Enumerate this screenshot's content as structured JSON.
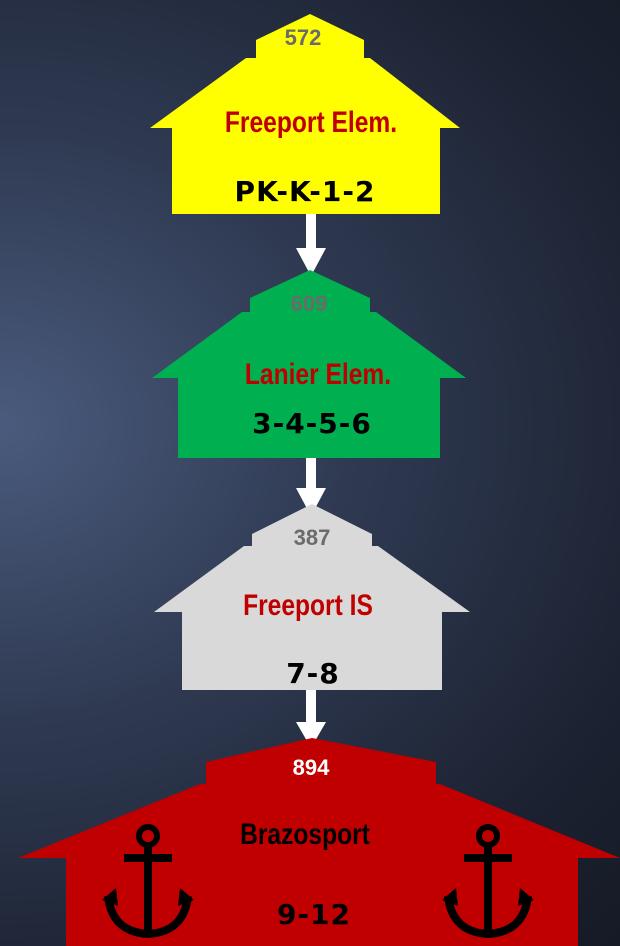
{
  "schools": [
    {
      "enrollment": "572",
      "name": "Freeport Elem.",
      "grades": "PK-K-1-2",
      "color": "#ffff00",
      "enrollment_color": "#6b6b6b"
    },
    {
      "enrollment": "609",
      "name": "Lanier Elem.",
      "grades": "3-4-5-6",
      "color": "#00b050",
      "enrollment_color": "#6b6b6b"
    },
    {
      "enrollment": "387",
      "name": "Freeport IS",
      "grades": "7-8",
      "color": "#d9d9d9",
      "enrollment_color": "#6b6b6b"
    },
    {
      "enrollment": "894",
      "name": "Brazosport",
      "grades": "9-12",
      "color": "#c00000",
      "enrollment_color": "#ffffff"
    }
  ],
  "decorations": {
    "anchor_icon": "anchor-icon",
    "arrow_color": "#ffffff"
  }
}
